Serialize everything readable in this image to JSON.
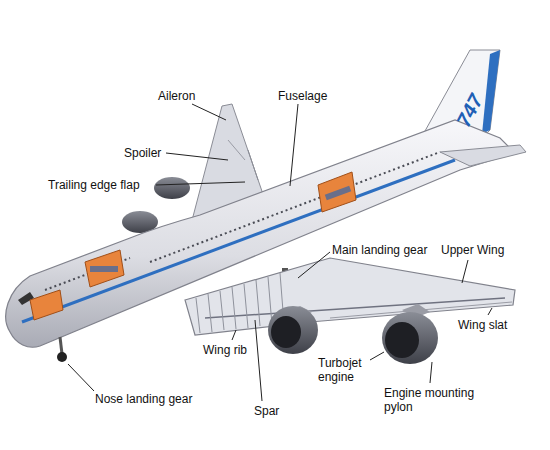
{
  "diagram": {
    "labels": [
      "Aileron",
      "Fuselage",
      "Spoiler",
      "Trailing edge flap",
      "Main landing gear",
      "Upper Wing",
      "Wing rib",
      "Turbojet engine",
      "Wing slat",
      "Spar",
      "Engine mounting pylon",
      "Nose landing gear",
      "747"
    ]
  }
}
